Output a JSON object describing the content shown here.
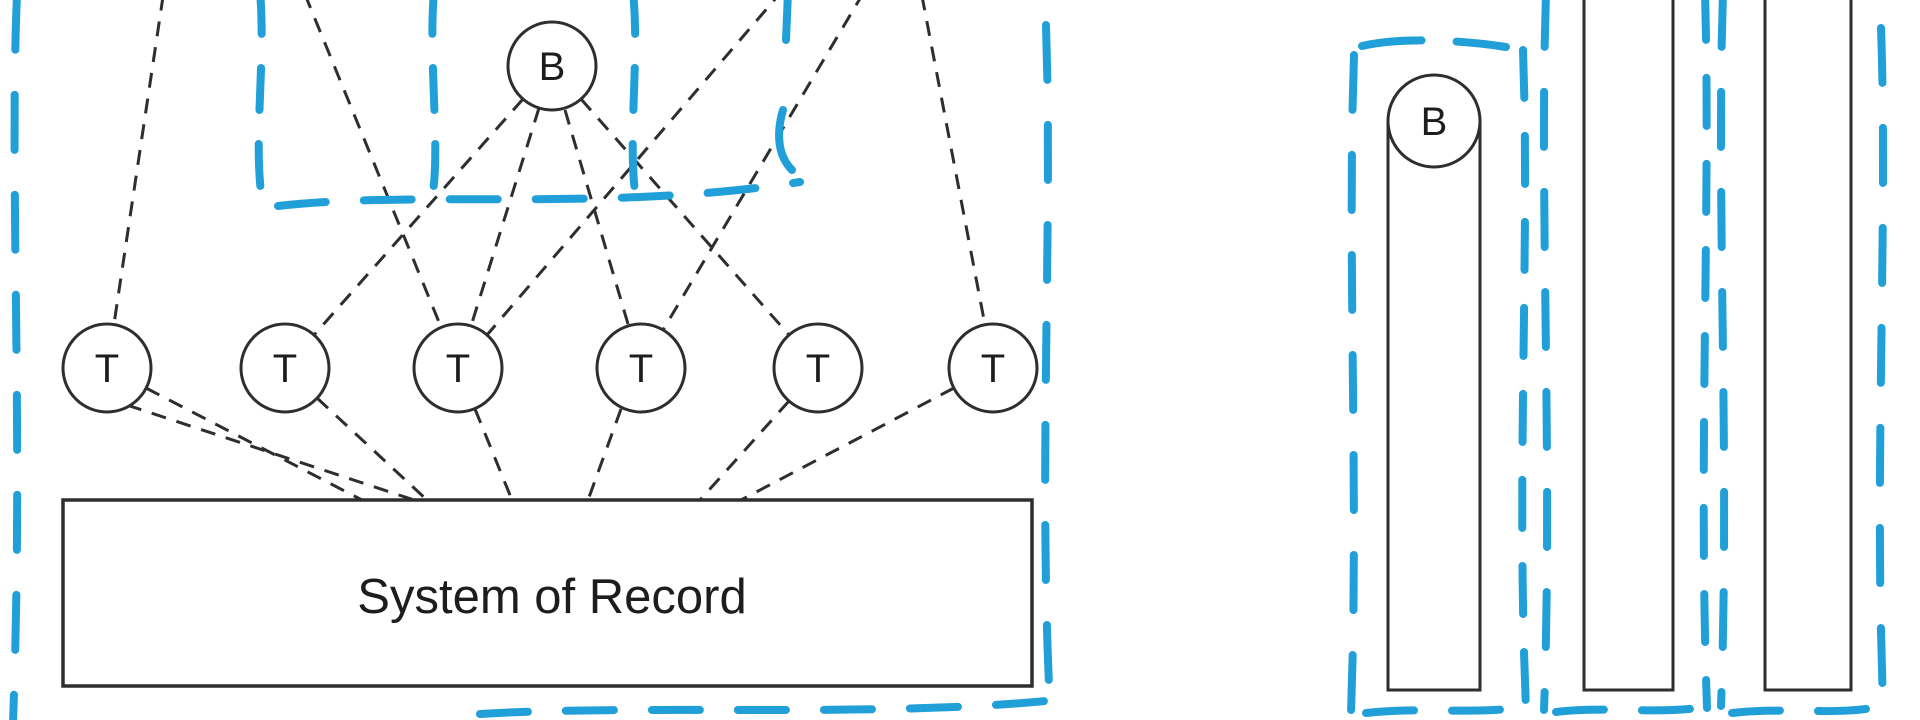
{
  "colors": {
    "ink": "#2e2e2e",
    "annotation_blue": "#219fd8",
    "background": "#ffffff"
  },
  "left_cluster": {
    "bot_label": "B",
    "tool_label": "T",
    "tool_count": 6,
    "system_box_label": "System of Record"
  },
  "right_cluster": {
    "bot_label": "B",
    "bar_count": 3
  }
}
